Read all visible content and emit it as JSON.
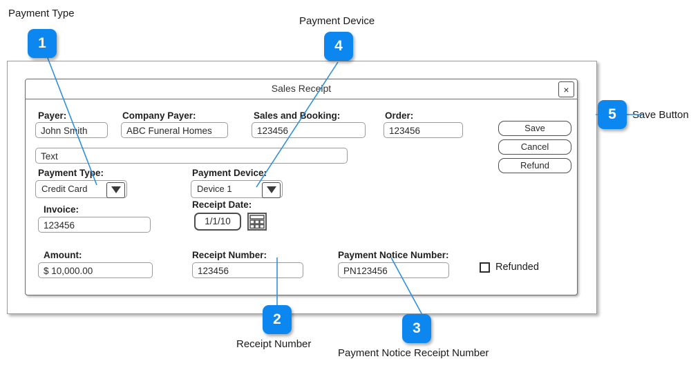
{
  "dialog": {
    "title": "Sales Receipt",
    "close_icon": "×",
    "fields": {
      "payer": {
        "label": "Payer:",
        "value": "John Smith"
      },
      "company_payer": {
        "label": "Company Payer:",
        "value": "ABC Funeral Homes"
      },
      "sales_and_booking": {
        "label": "Sales and Booking:",
        "value": "123456"
      },
      "order": {
        "label": "Order:",
        "value": "123456"
      },
      "text_wide": {
        "value": "Text"
      },
      "payment_type": {
        "label": "Payment Type:",
        "value": "Credit Card"
      },
      "payment_device": {
        "label": "Payment Device:",
        "value": "Device 1"
      },
      "invoice": {
        "label": "Invoice:",
        "value": "123456"
      },
      "receipt_date": {
        "label": "Receipt Date:",
        "value": "1/1/10"
      },
      "amount": {
        "label": "Amount:",
        "value": "$ 10,000.00"
      },
      "receipt_number": {
        "label": "Receipt Number:",
        "value": "123456"
      },
      "payment_notice_number": {
        "label": "Payment Notice Number:",
        "value": "PN123456"
      },
      "refunded": {
        "label": "Refunded",
        "checked": false
      }
    },
    "buttons": {
      "save": "Save",
      "cancel": "Cancel",
      "refund": "Refund"
    }
  },
  "annotations": {
    "accent_color": "#0d87f0",
    "items": [
      {
        "number": "1",
        "label": "Payment Type"
      },
      {
        "number": "2",
        "label": "Receipt Number"
      },
      {
        "number": "3",
        "label": "Payment Notice Receipt Number"
      },
      {
        "number": "4",
        "label": "Payment Device"
      },
      {
        "number": "5",
        "label": "Save Button"
      }
    ]
  }
}
